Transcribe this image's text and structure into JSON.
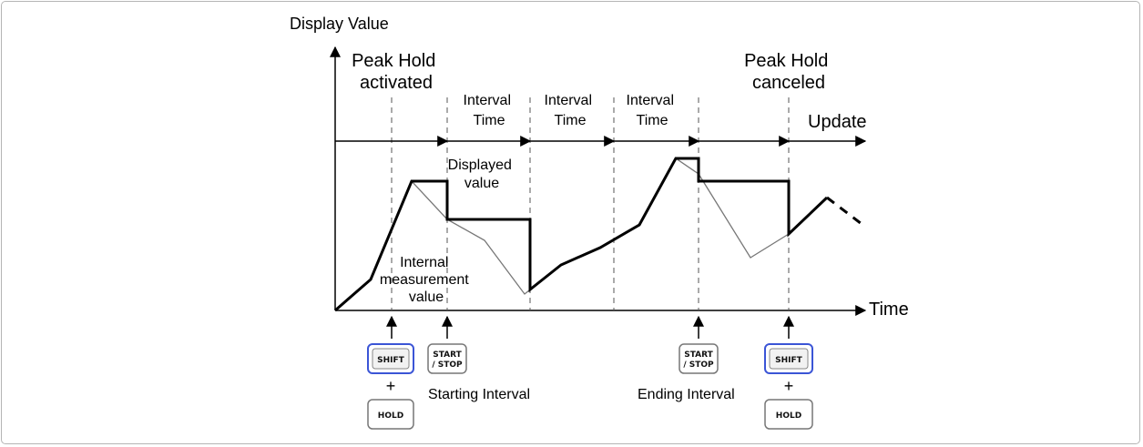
{
  "axes": {
    "y_label": "Display Value",
    "x_label": "Time",
    "update_label": "Update"
  },
  "events": {
    "peak_hold_activated": [
      "Peak Hold",
      "activated"
    ],
    "peak_hold_canceled": [
      "Peak Hold",
      "canceled"
    ]
  },
  "interval_labels": [
    [
      "Interval",
      "Time"
    ],
    [
      "Interval",
      "Time"
    ],
    [
      "Interval",
      "Time"
    ]
  ],
  "annotations": {
    "displayed_value": [
      "Displayed",
      "value"
    ],
    "internal_value": [
      "Internal",
      "measurement",
      "value"
    ],
    "starting_interval": "Starting Interval",
    "ending_interval": "Ending Interval",
    "plus": "+"
  },
  "keys": {
    "shift": "SHIFT",
    "hold": "HOLD",
    "start_stop_line1": "START",
    "start_stop_line2": "/ STOP"
  },
  "colors": {
    "shift_key_border": "#3b55d6",
    "axis": "#000000",
    "displayed_line": "#000000",
    "internal_line": "#777777"
  }
}
